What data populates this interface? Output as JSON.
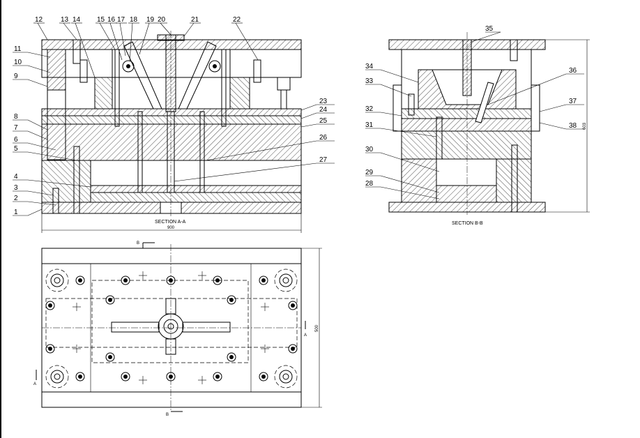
{
  "section_aa": {
    "title": "SECTION A-A",
    "width_dim": "900",
    "callouts": [
      "1",
      "2",
      "3",
      "4",
      "5",
      "6",
      "7",
      "8",
      "9",
      "10",
      "11",
      "12",
      "13",
      "14",
      "15",
      "16",
      "17",
      "18",
      "19",
      "20",
      "21",
      "22",
      "23",
      "24",
      "25",
      "26",
      "27"
    ]
  },
  "section_bb": {
    "title": "SECTION B-B",
    "height_dim": "603",
    "callouts": [
      "28",
      "29",
      "30",
      "31",
      "32",
      "33",
      "34",
      "35",
      "36",
      "37",
      "38"
    ]
  },
  "plan_view": {
    "height_dim": "500",
    "section_markers": {
      "a_left": "A",
      "a_right": "A",
      "b_top": "B",
      "b_bottom": "B"
    }
  }
}
